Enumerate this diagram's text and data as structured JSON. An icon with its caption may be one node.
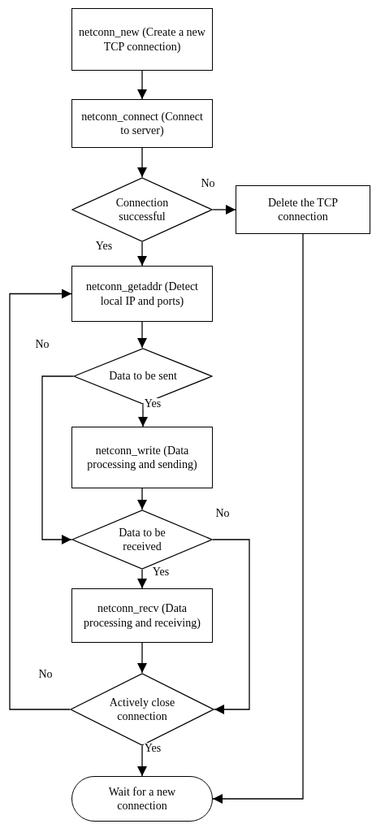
{
  "diagram": {
    "nodes": [
      {
        "text": [
          "netconn_new (Create a new TCP connection)"
        ]
      },
      {
        "text": [
          "netconn_connect (Connect to server)"
        ]
      },
      {
        "text": [
          "Connection successful"
        ]
      },
      {
        "text": [
          "Delete the TCP connection"
        ]
      },
      {
        "text": [
          "netconn_getaddr (Detect local IP and ports)"
        ]
      },
      {
        "text": [
          "Data to be sent"
        ]
      },
      {
        "text": [
          "netconn_write (Data processing and sending)"
        ]
      },
      {
        "text": [
          "Data to be received"
        ]
      },
      {
        "text": [
          "netconn_recv (Data processing and receiving)"
        ]
      },
      {
        "text": [
          "Actively close connection"
        ]
      },
      {
        "text": [
          "Wait for a new connection"
        ]
      }
    ],
    "edges": [
      {
        "from": 0,
        "to": 1,
        "arrow": "to"
      },
      {
        "from": 1,
        "to": 2,
        "arrow": "to"
      },
      {
        "from": 2,
        "to": 3,
        "arrow": "to",
        "label": "No"
      },
      {
        "from": 2,
        "to": 4,
        "arrow": "to",
        "label": "Yes"
      },
      {
        "from": 4,
        "to": 5,
        "arrow": "to"
      },
      {
        "from": 5,
        "to": 6,
        "arrow": "to",
        "label": "Yes"
      },
      {
        "from": 5,
        "to": 7,
        "arrow": "to",
        "label": "No"
      },
      {
        "from": 6,
        "to": 7,
        "arrow": "to"
      },
      {
        "from": 7,
        "to": 8,
        "arrow": "to",
        "label": "Yes"
      },
      {
        "from": 7,
        "to": 9,
        "arrow": "to",
        "label": "No"
      },
      {
        "from": 8,
        "to": 9,
        "arrow": "to"
      },
      {
        "from": 9,
        "to": 4,
        "arrow": "to",
        "label": "No"
      },
      {
        "from": 9,
        "to": 10,
        "arrow": "to",
        "label": "Yes"
      },
      {
        "from": 3,
        "to": 10,
        "arrow": "to"
      }
    ]
  }
}
